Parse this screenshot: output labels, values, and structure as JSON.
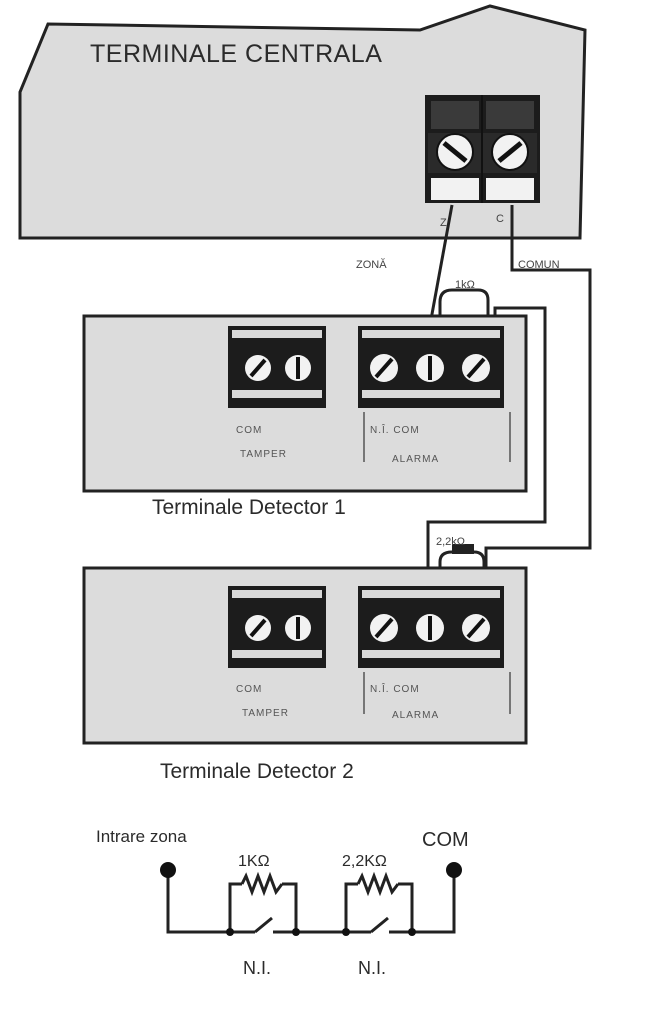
{
  "central": {
    "title": "TERMINALE CENTRALA",
    "terminal_left": "Z",
    "terminal_right": "C"
  },
  "wires": {
    "zone_wire": "ZONĂ",
    "common_wire": "COMUN",
    "resistor_top": "1kΩ",
    "resistor_mid": "2,2kΩ"
  },
  "detector1": {
    "caption": "Terminale Detector 1",
    "tamper_label_1": "COM",
    "tamper_label_2": "TAMPER",
    "alarm_label_1": "N.Î.  COM",
    "alarm_label_2": "ALARMA"
  },
  "detector2": {
    "caption": "Terminale Detector 2",
    "tamper_label_1": "COM",
    "tamper_label_2": "TAMPER",
    "alarm_label_1": "N.Î.  COM",
    "alarm_label_2": "ALARMA"
  },
  "circuit": {
    "left_label": "Intrare zona",
    "right_label": "COM",
    "resistor1": "1KΩ",
    "resistor2": "2,2KΩ",
    "switch1": "N.I.",
    "switch2": "N.I."
  }
}
